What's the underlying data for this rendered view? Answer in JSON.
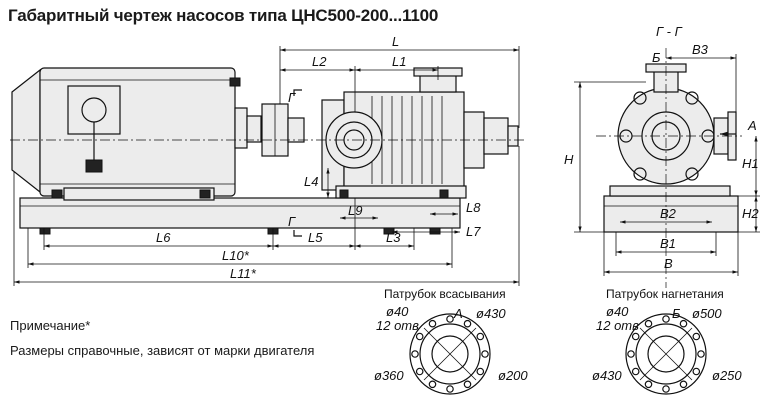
{
  "title": "Габаритный чертеж насосов типа ЦНС500-200...1100",
  "note": {
    "heading": "Примечание*",
    "text": "Размеры справочные, зависят от марки двигателя"
  },
  "side_view_dims": {
    "L": "L",
    "L1": "L1",
    "L2": "L2",
    "L3": "L3",
    "L4": "L4",
    "L5": "L5",
    "L6": "L6",
    "L7": "L7",
    "L8": "L8",
    "L9": "L9",
    "L10": "L10*",
    "L11": "L11*",
    "section_mark": "Г"
  },
  "end_view_dims": {
    "section": "Г - Г",
    "B": "B",
    "B1": "B1",
    "B2": "B2",
    "B3": "B3",
    "H": "H",
    "H1": "H1",
    "H2": "H2",
    "A": "A",
    "Б": "Б"
  },
  "suction_flange": {
    "caption": "Патрубок всасывания",
    "label": "А",
    "hole_dia": "ø40",
    "holes": "12 отв",
    "d_outer": "ø430",
    "d_bolt": "ø360",
    "d_bore": "ø200"
  },
  "discharge_flange": {
    "caption": "Патрубок нагнетания",
    "label": "Б",
    "hole_dia": "ø40",
    "holes": "12 отв",
    "d_outer": "ø500",
    "d_bolt": "ø430",
    "d_bore": "ø250"
  }
}
